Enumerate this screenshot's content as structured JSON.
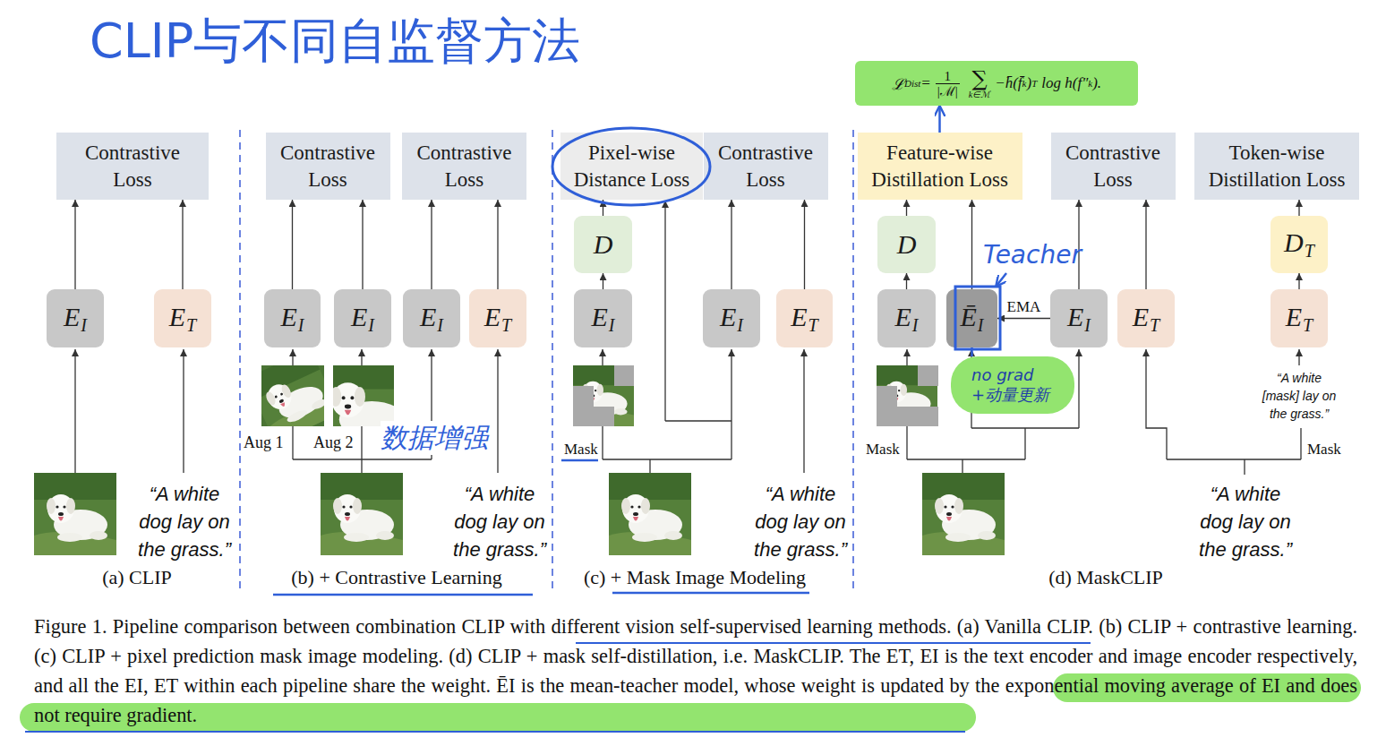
{
  "diagram": {
    "title": "CLIP与不同自监督方法",
    "caption": "Figure 1. Pipeline comparison between combination CLIP with different vision self-supervised learning methods. (a) Vanilla CLIP. (b) CLIP + contrastive learning. (c) CLIP + pixel prediction mask image modeling. (d) CLIP + mask self-distillation, i.e. MaskCLIP. The ET, EI is the text encoder and image encoder respectively, and all the EI, ET within each pipeline share the weight. ĒI is the mean-teacher model, whose weight is updated by the exponential moving average of EI and does not require gradient.",
    "nodes": [
      {
        "text": [
          "Contrastive Loss"
        ]
      },
      {
        "text": [
          "E",
          "I"
        ]
      },
      {
        "text": [
          "E",
          "T"
        ]
      },
      {
        "text": [
          "Contrastive Loss"
        ]
      },
      {
        "text": [
          "Contrastive Loss"
        ]
      },
      {
        "text": [
          "E",
          "I"
        ]
      },
      {
        "text": [
          "E",
          "I"
        ]
      },
      {
        "text": [
          "E",
          "I"
        ]
      },
      {
        "text": [
          "E",
          "T"
        ]
      },
      {
        "text": [
          "Pixel-wise Distance Loss"
        ]
      },
      {
        "text": [
          "Contrastive Loss"
        ]
      },
      {
        "text": [
          "D"
        ]
      },
      {
        "text": [
          "E",
          "I"
        ]
      },
      {
        "text": [
          "E",
          "I"
        ]
      },
      {
        "text": [
          "E",
          "T"
        ]
      },
      {
        "text": [
          "ℒ",
          "Dist",
          "=",
          "1",
          "|ℳ|",
          "∑",
          "k∈ℳ",
          "−h̄(f̄",
          "k",
          ")",
          "T",
          "log h(f″",
          "k",
          ")."
        ]
      },
      {
        "text": [
          "Feature-wise Distillation Loss"
        ]
      },
      {
        "text": [
          "Contrastive Loss"
        ]
      },
      {
        "text": [
          "Token-wise Distillation Loss"
        ]
      },
      {
        "text": [
          "D"
        ]
      },
      {
        "text": [
          "D",
          "T"
        ]
      },
      {
        "text": [
          "E",
          "I"
        ]
      },
      {
        "text": [
          "Ē",
          "I"
        ]
      },
      {
        "text": [
          "E",
          "I"
        ]
      },
      {
        "text": [
          "E",
          "T"
        ]
      },
      {
        "text": [
          "E",
          "T"
        ]
      },
      {
        "text": [
          "no grad +动量更新"
        ]
      }
    ],
    "edges": [
      {
        "from": 1,
        "to": 0,
        "arrow": "to"
      },
      {
        "from": 2,
        "to": 0,
        "arrow": "to"
      },
      {
        "from": 5,
        "to": 3,
        "arrow": "to"
      },
      {
        "from": 6,
        "to": 3,
        "arrow": "to"
      },
      {
        "from": 7,
        "to": 4,
        "arrow": "to"
      },
      {
        "from": 8,
        "to": 4,
        "arrow": "to"
      },
      {
        "from": 12,
        "to": 11,
        "arrow": "to"
      },
      {
        "from": 11,
        "to": 9,
        "arrow": "to"
      },
      {
        "from": 13,
        "to": 10,
        "arrow": "to"
      },
      {
        "from": 14,
        "to": 10,
        "arrow": "to"
      },
      {
        "from": 16,
        "to": 15,
        "arrow": "to"
      },
      {
        "from": 21,
        "to": 19,
        "arrow": "to"
      },
      {
        "from": 19,
        "to": 16,
        "arrow": "to"
      },
      {
        "from": 22,
        "to": 16,
        "arrow": "to"
      },
      {
        "from": 23,
        "to": 22,
        "label": "EMA",
        "arrow": "to"
      },
      {
        "from": 23,
        "to": 17,
        "arrow": "to"
      },
      {
        "from": 24,
        "to": 17,
        "arrow": "to"
      },
      {
        "from": 25,
        "to": 20,
        "arrow": "to"
      },
      {
        "from": 20,
        "to": 18,
        "arrow": "to"
      },
      {
        "from": 22,
        "to": 26,
        "arrow": "none"
      }
    ],
    "labels": [
      "Aug 1",
      "Aug 2",
      "数据增强",
      "Mask",
      "Mask",
      "Teacher",
      "“A white [mask] lay on the grass.”",
      "Mask",
      "“A white dog lay on the grass.”",
      "“A white dog lay on the grass.”",
      "“A white dog lay on the grass.”",
      "“A white dog lay on the grass.”",
      "(a) CLIP",
      "(b) + Contrastive Learning",
      "(c) + Mask Image Modeling",
      "(d) MaskCLIP"
    ]
  }
}
